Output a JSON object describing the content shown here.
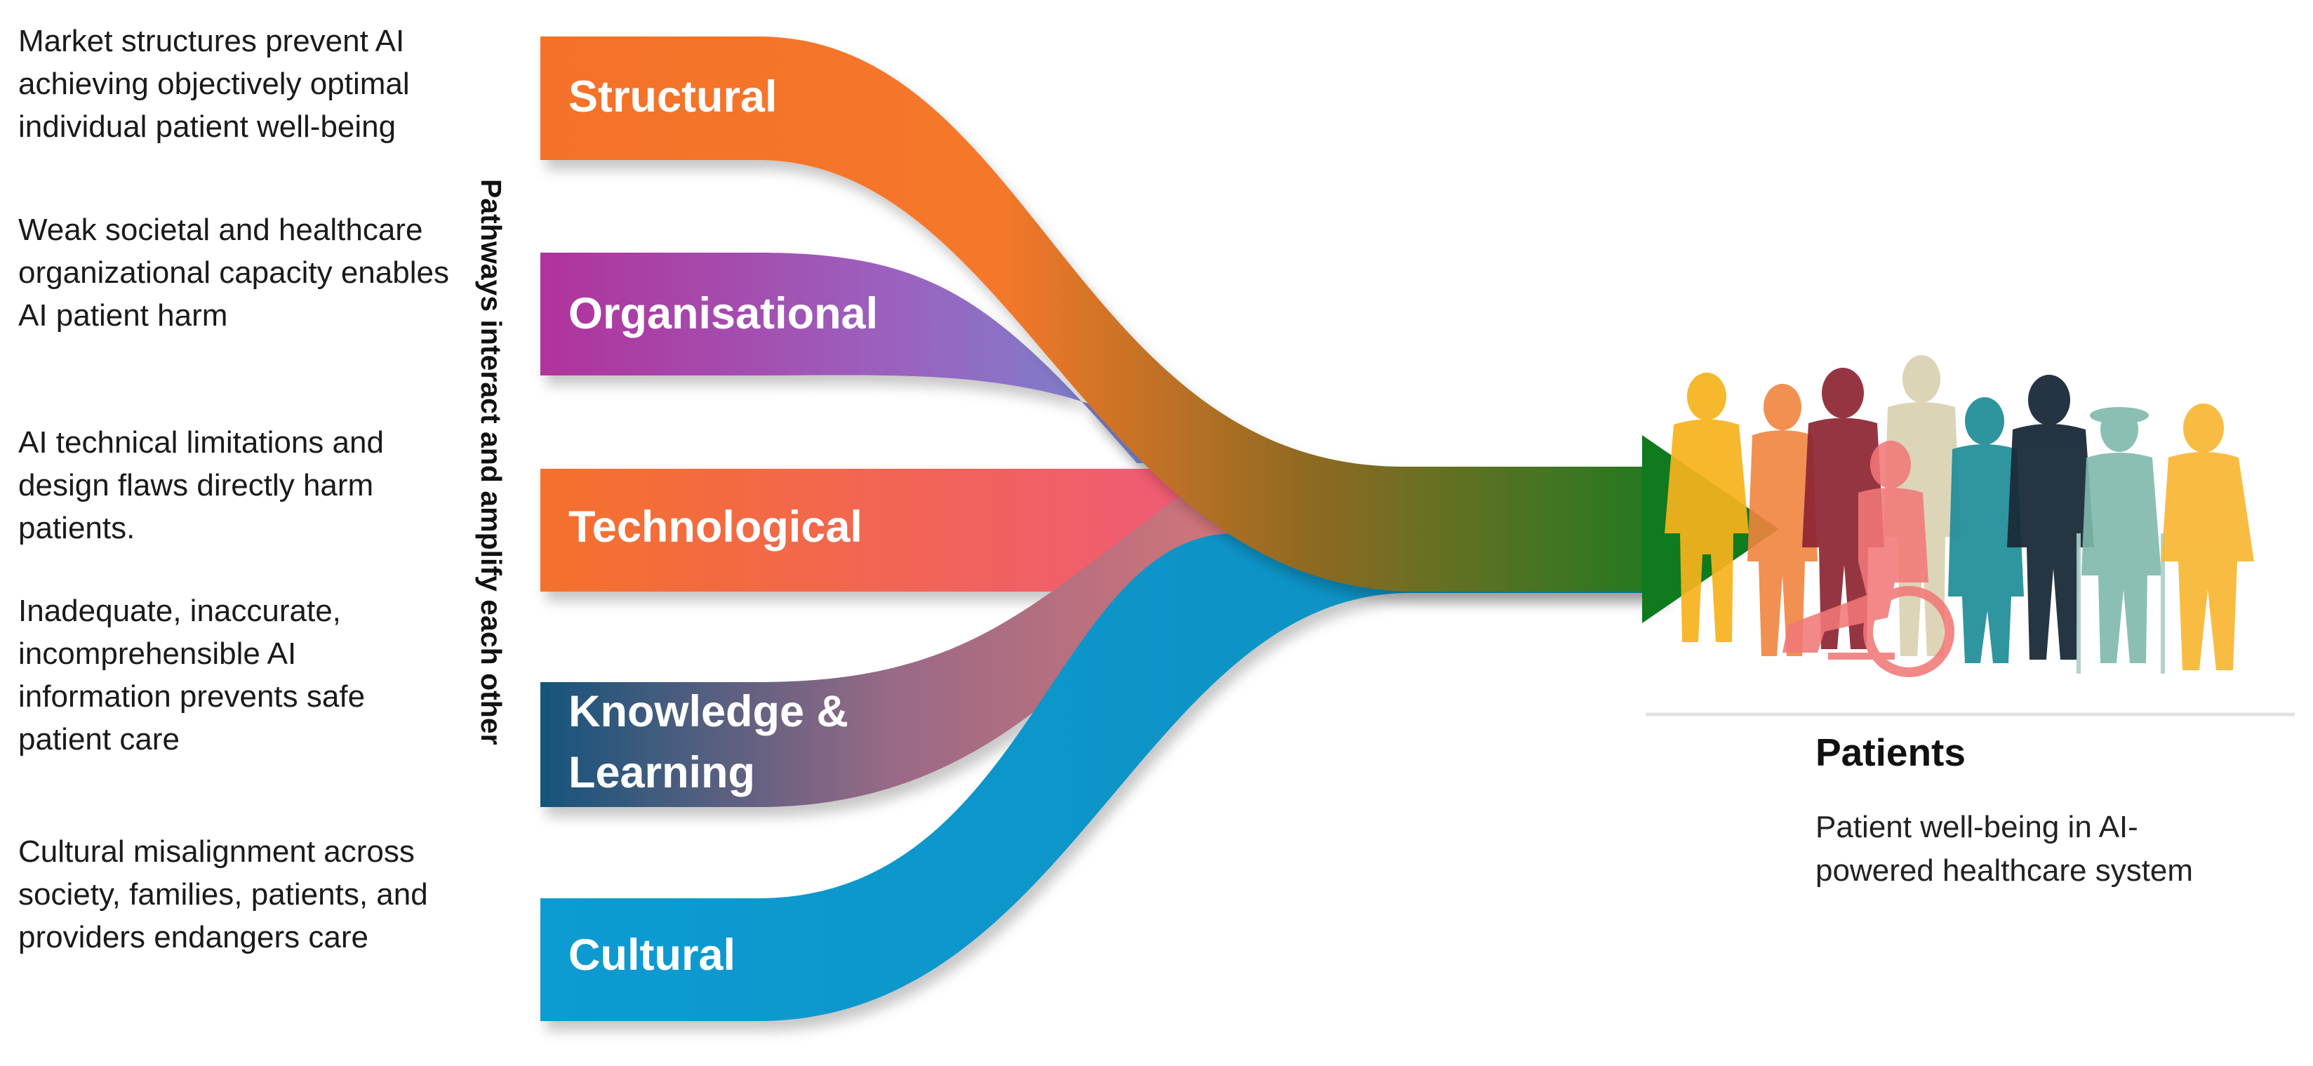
{
  "descriptions": [
    "Market structures prevent AI achieving objectively optimal individual patient well-being",
    "Weak societal and healthcare organizational capacity enables AI patient harm",
    "AI technical limitations and design flaws directly harm patients.",
    "Inadequate, inaccurate, incomprehensible AI information prevents safe patient care",
    "Cultural misalignment across society, families, patients, and providers endangers care"
  ],
  "pathways": [
    {
      "label_lines": [
        "Structural"
      ],
      "colors": [
        "#f4712c",
        "#f5782a"
      ]
    },
    {
      "label_lines": [
        "Organisational"
      ],
      "colors": [
        "#b0339b",
        "#7d7fcb"
      ]
    },
    {
      "label_lines": [
        "Technological"
      ],
      "colors": [
        "#f4712c",
        "#f25f6b"
      ]
    },
    {
      "label_lines": [
        "Knowledge &",
        "Learning"
      ],
      "colors": [
        "#1c5a7f",
        "#d9717f"
      ]
    },
    {
      "label_lines": [
        "Cultural"
      ],
      "colors": [
        "#089bd2",
        "#0a97c9"
      ]
    }
  ],
  "vertical_note": "Pathways interact and amplify each other",
  "arrow_color": "#0f7a1e",
  "patients": {
    "title": "Patients",
    "description": "Patient well-being in AI-powered healthcare system",
    "figure_colors": [
      "#f6b21c",
      "#f0843e",
      "#8e2634",
      "#d8d0b0",
      "#f27878",
      "#1d8c96",
      "#1a2a38",
      "#7fb9ac",
      "#f9b632"
    ]
  }
}
